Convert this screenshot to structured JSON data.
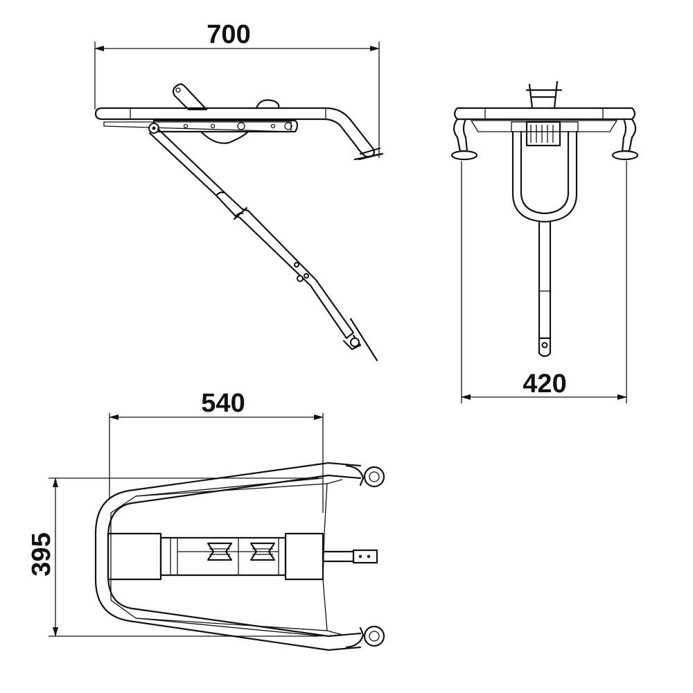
{
  "dimensions": {
    "side_view_length": "700",
    "front_view_width": "420",
    "top_view_length": "540",
    "top_view_width": "395"
  },
  "colors": {
    "line": "#111111",
    "background": "#ffffff"
  }
}
